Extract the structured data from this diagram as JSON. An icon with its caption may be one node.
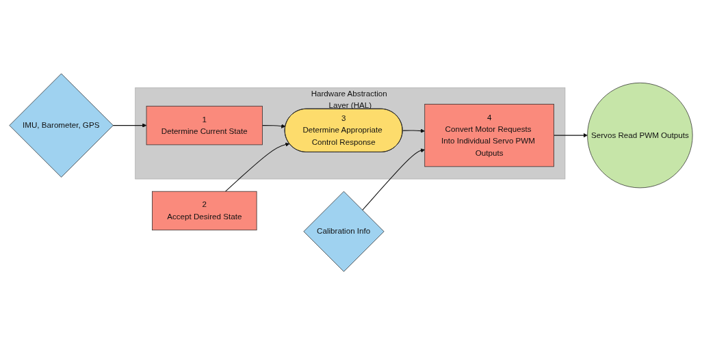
{
  "diagram": {
    "nodes": [
      {
        "text": [
          "Hardware Abstraction Layer (HAL)"
        ]
      },
      {
        "text": [
          "1",
          "Determine Current State"
        ],
        "in": 0
      },
      {
        "text": [
          "3",
          "Determine Appropriate Control Response"
        ],
        "in": 0
      },
      {
        "text": [
          "4",
          "Convert Motor Requests Into Individual Servo PWM Outputs"
        ],
        "in": 0
      },
      {
        "text": [
          "Servos Read PWM Outputs"
        ]
      },
      {
        "text": [
          "IMU, Barometer, GPS"
        ]
      },
      {
        "text": [
          "2",
          "Accept Desired State"
        ]
      },
      {
        "text": [
          "Calibration Info"
        ]
      }
    ],
    "edges": [
      {
        "from": 1,
        "to": 2,
        "arrow": "to"
      },
      {
        "from": 2,
        "to": 3,
        "arrow": "to"
      },
      {
        "from": 3,
        "to": 4,
        "arrow": "to"
      },
      {
        "from": 5,
        "to": 1,
        "arrow": "to"
      },
      {
        "from": 6,
        "to": 2,
        "arrow": "to"
      },
      {
        "from": 7,
        "to": 3,
        "arrow": "to"
      }
    ]
  }
}
